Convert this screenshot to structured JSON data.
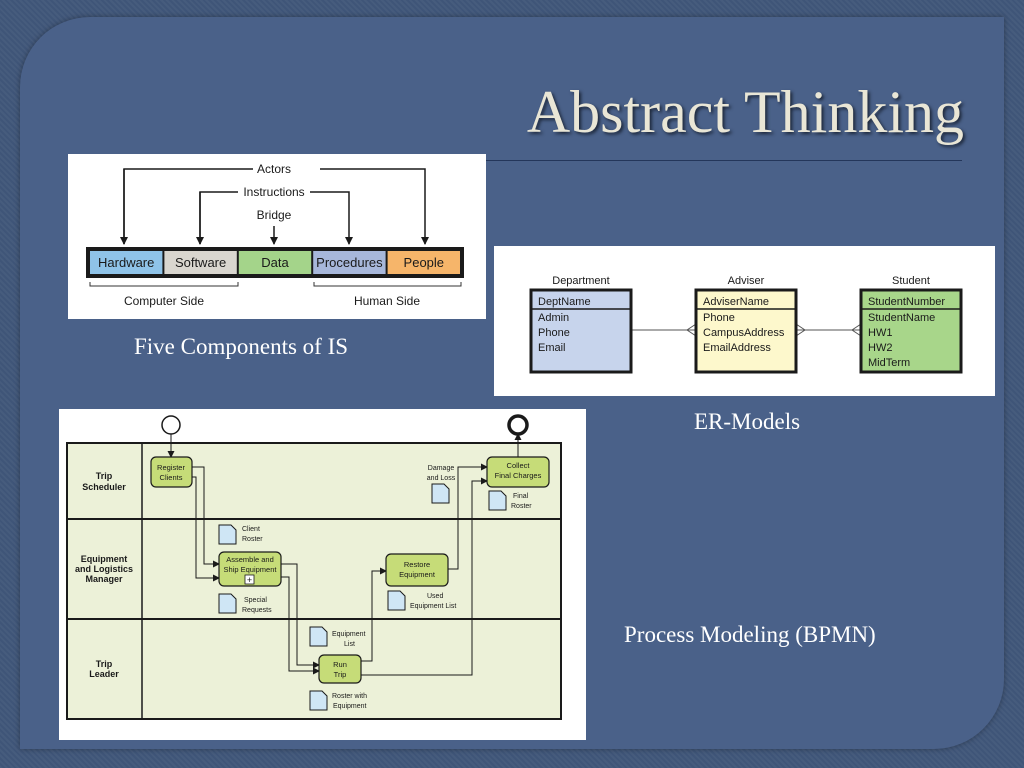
{
  "title": "Abstract Thinking",
  "five_components": {
    "caption": "Five Components of IS",
    "actors": "Actors",
    "instructions": "Instructions",
    "bridge": "Bridge",
    "components": [
      {
        "label": "Hardware",
        "color": "#8fc3e8"
      },
      {
        "label": "Software",
        "color": "#d9d6cf"
      },
      {
        "label": "Data",
        "color": "#a4d48a"
      },
      {
        "label": "Procedures",
        "color": "#a7b7da"
      },
      {
        "label": "People",
        "color": "#f6b56a"
      }
    ],
    "computer_side": "Computer Side",
    "human_side": "Human Side"
  },
  "er_models": {
    "caption": "ER-Models",
    "entities": [
      {
        "title": "Department",
        "fill": "#c7d4ec",
        "key": "DeptName",
        "attributes": [
          "Admin",
          "Phone",
          "Email"
        ]
      },
      {
        "title": "Adviser",
        "fill": "#fdf8cc",
        "key": "AdviserName",
        "attributes": [
          "Phone",
          "CampusAddress",
          "EmailAddress"
        ]
      },
      {
        "title": "Student",
        "fill": "#a8d68a",
        "key": "StudentNumber",
        "attributes": [
          "StudentName",
          "HW1",
          "HW2",
          "MidTerm"
        ]
      }
    ]
  },
  "bpmn": {
    "caption": "Process Modeling (BPMN)",
    "lanes": [
      "Trip Scheduler",
      "Equipment and Logistics Manager",
      "Trip Leader"
    ],
    "activities": {
      "register_clients": "Register Clients",
      "assemble_ship": "Assemble and Ship Equipment",
      "run_trip": "Run Trip",
      "restore_equipment": "Restore Equipment",
      "collect_charges": "Collect Final Charges"
    },
    "documents": {
      "client_roster": "Client Roster",
      "special_requests": "Special Requests",
      "equipment_list": "Equipment List",
      "roster_with_equipment": "Roster with Equipment",
      "used_equipment_list": "Used Equipment List",
      "damage_and_loss": "Damage and Loss",
      "final_roster": "Final Roster"
    },
    "subprocess_marker": "+"
  }
}
